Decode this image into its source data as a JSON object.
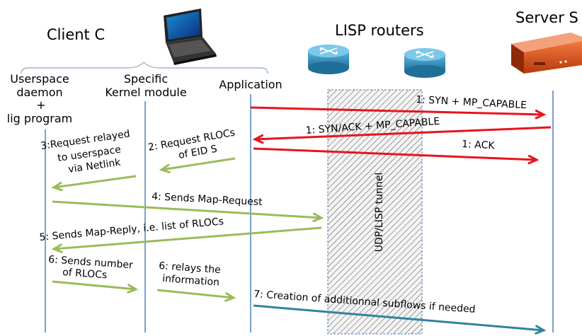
{
  "entities": {
    "client_title": "Client C",
    "routers_title": "LISP routers",
    "server_title": "Server S",
    "userspace_line1": "Userspace",
    "userspace_line2": "daemon",
    "userspace_line3": "+",
    "userspace_line4": "lig program",
    "kernel_line1": "Specific",
    "kernel_line2": "Kernel module",
    "application": "Application"
  },
  "tunnel_label": "UDP/LISP tunnel",
  "messages": {
    "m1_syn": "1: SYN + MP_CAPABLE",
    "m1_synack": "1: SYN/ACK + MP_CAPABLE",
    "m1_ack": "1: ACK",
    "m2_line1": "2: Request RLOCs",
    "m2_line2": "of EID S",
    "m3_line1": "3:Request relayed",
    "m3_line2": "to userspace",
    "m3_line3": "via Netlink",
    "m4": "4: Sends Map-Request",
    "m5": "5: Sends Map-Reply, i.e. list of RLOCs",
    "m6a_line1": "6: Sends number",
    "m6a_line2": "of RLOCs",
    "m6b_line1": "6: relays the",
    "m6b_line2": "information",
    "m7": "7: Creation of additionnal subflows if needed"
  },
  "colors": {
    "tcp_arrow": "#e8141b",
    "control_arrow": "#9bbb59",
    "subflow_arrow": "#31849b",
    "lifeline": "#4f81bd",
    "router": "#2e8bb8",
    "server": "#e0501e"
  },
  "icons": [
    "laptop-icon",
    "router-icon",
    "server-icon"
  ]
}
